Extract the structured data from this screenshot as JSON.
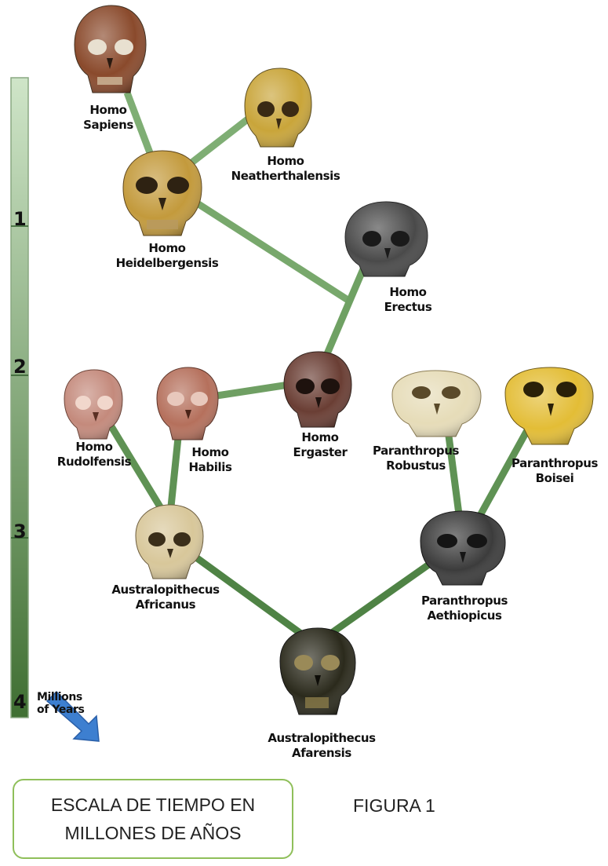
{
  "timescale": {
    "ticks": [
      "1",
      "2",
      "3",
      "4"
    ],
    "unit_label": "Millions\nof Years"
  },
  "taxa": {
    "homo_sapiens": {
      "name": "Homo\nSapiens",
      "color": "#8a4a2c"
    },
    "homo_neanderthalensis": {
      "name": "Homo\nNeatherthalensis",
      "color": "#c9a53a"
    },
    "homo_heidelbergensis": {
      "name": "Homo\nHeidelbergensis",
      "color": "#c39a3c"
    },
    "homo_erectus": {
      "name": "Homo\nErectus",
      "color": "#4a4a4a"
    },
    "homo_ergaster": {
      "name": "Homo\nErgaster",
      "color": "#6a3e34"
    },
    "homo_habilis": {
      "name": "Homo\nHabilis",
      "color": "#b5705c"
    },
    "homo_rudolfensis": {
      "name": "Homo\nRudolfensis",
      "color": "#c48a7c"
    },
    "australopithecus_africanus": {
      "name": "Australopithecus\nAfricanus",
      "color": "#d8c79a"
    },
    "australopithecus_afarensis": {
      "name": "Australopithecus\nAfarensis",
      "color": "#2b2a1c"
    },
    "paranthropus_robustus": {
      "name": "Paranthropus\nRobustus",
      "color": "#e6dcb8"
    },
    "paranthropus_boisei": {
      "name": "Paranthropus\nBoisei",
      "color": "#e3bd36"
    },
    "paranthropus_aethiopicus": {
      "name": "Paranthropus\nAethiopicus",
      "color": "#3c3c3c"
    }
  },
  "caption_box": {
    "text": "ESCALA DE TIEMPO EN\nMILLONES DE AÑOS",
    "border_color": "#8fbf5a"
  },
  "figure_label": "FIGURA 1",
  "colors": {
    "branch": "#7fae74",
    "branch_dark": "#4d7f45",
    "scale_top": "#cfe5c8",
    "scale_bottom": "#3f6f32",
    "arrow": "#3d7fd0"
  }
}
